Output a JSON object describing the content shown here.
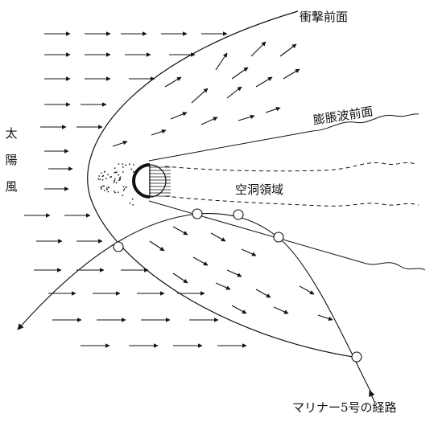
{
  "labels": {
    "shock_front": "衝撃前面",
    "expansion_wave_front": "膨脹波前面",
    "cavity_region": "空洞領域",
    "mariner_path": "マリナー5号の経路",
    "solar_wind": [
      "太",
      "陽",
      "風"
    ]
  }
}
